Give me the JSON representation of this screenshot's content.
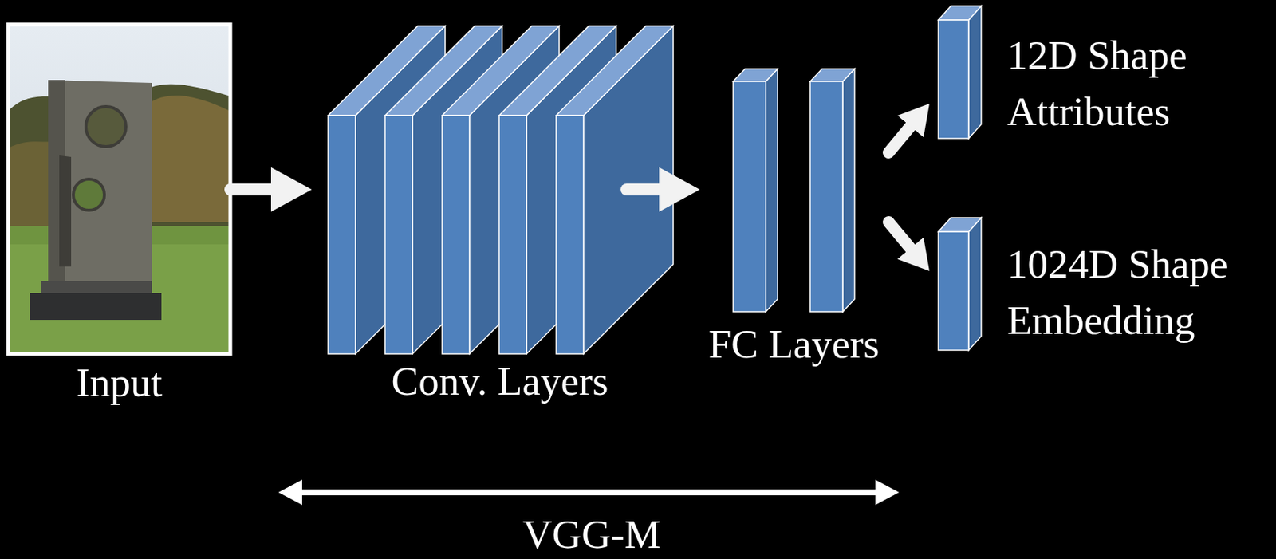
{
  "diagram": {
    "nodes": [
      {
        "text": [
          "Input"
        ]
      },
      {
        "text": [
          "Conv. Layers"
        ]
      },
      {
        "text": [
          "FC Layers"
        ]
      },
      {
        "text": [
          "12D Shape Attributes"
        ]
      },
      {
        "text": [
          "1024D Shape Embedding"
        ]
      }
    ],
    "edges": [
      {
        "from": 0,
        "to": 1,
        "arrow": "to"
      },
      {
        "from": 1,
        "to": 2,
        "arrow": "to"
      },
      {
        "from": 2,
        "to": 3,
        "arrow": "to"
      },
      {
        "from": 2,
        "to": 4,
        "arrow": "to"
      }
    ],
    "labels": [
      "VGG-M"
    ]
  }
}
